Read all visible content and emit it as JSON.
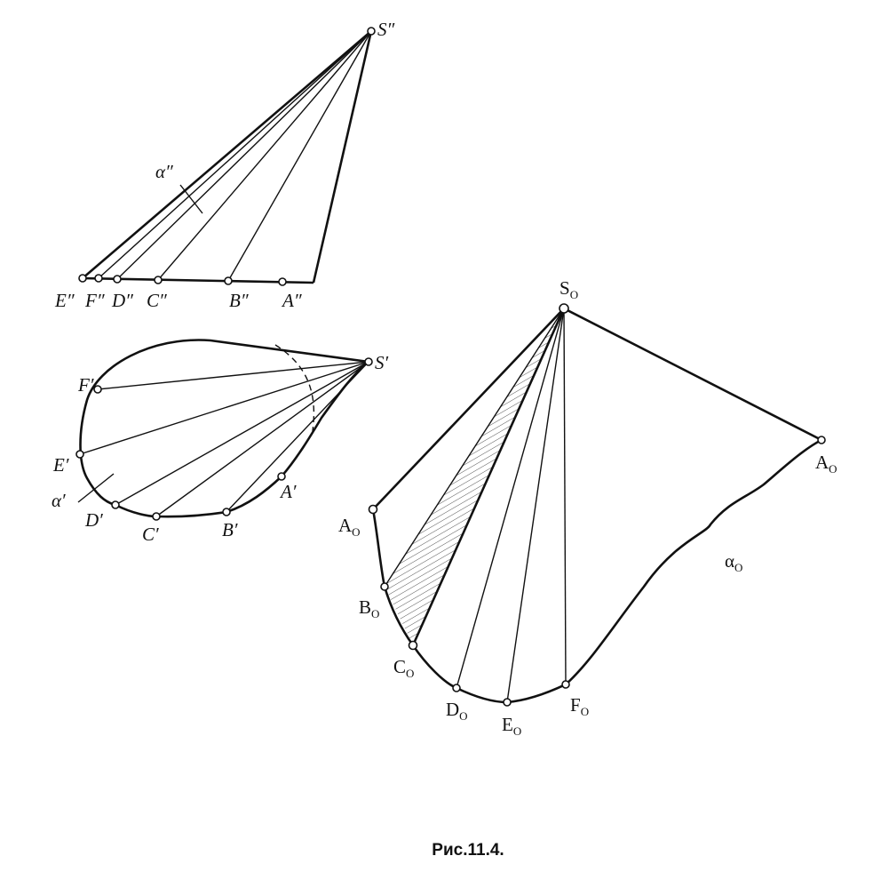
{
  "colors": {
    "ink": "#111111",
    "background": "#ffffff",
    "hatch": "#555555"
  },
  "frontal_view": {
    "apex_label": "S″",
    "surface_label": "α″",
    "base_labels": [
      "E″",
      "F″",
      "D″",
      "C″",
      "B″",
      "A″"
    ]
  },
  "horizontal_view": {
    "apex_label": "S′",
    "surface_label": "α′",
    "point_labels": {
      "F": "F′",
      "E": "E′",
      "D": "D′",
      "C": "C′",
      "B": "B′",
      "A": "A′"
    }
  },
  "development": {
    "apex": {
      "base": "S",
      "sub": "O"
    },
    "surface": {
      "base": "α",
      "sub": "O"
    },
    "points": [
      {
        "base": "A",
        "sub": "O"
      },
      {
        "base": "B",
        "sub": "O"
      },
      {
        "base": "C",
        "sub": "O"
      },
      {
        "base": "D",
        "sub": "O"
      },
      {
        "base": "E",
        "sub": "O"
      },
      {
        "base": "F",
        "sub": "O"
      },
      {
        "base": "A",
        "sub": "O"
      }
    ]
  },
  "caption": "Рис.11.4."
}
